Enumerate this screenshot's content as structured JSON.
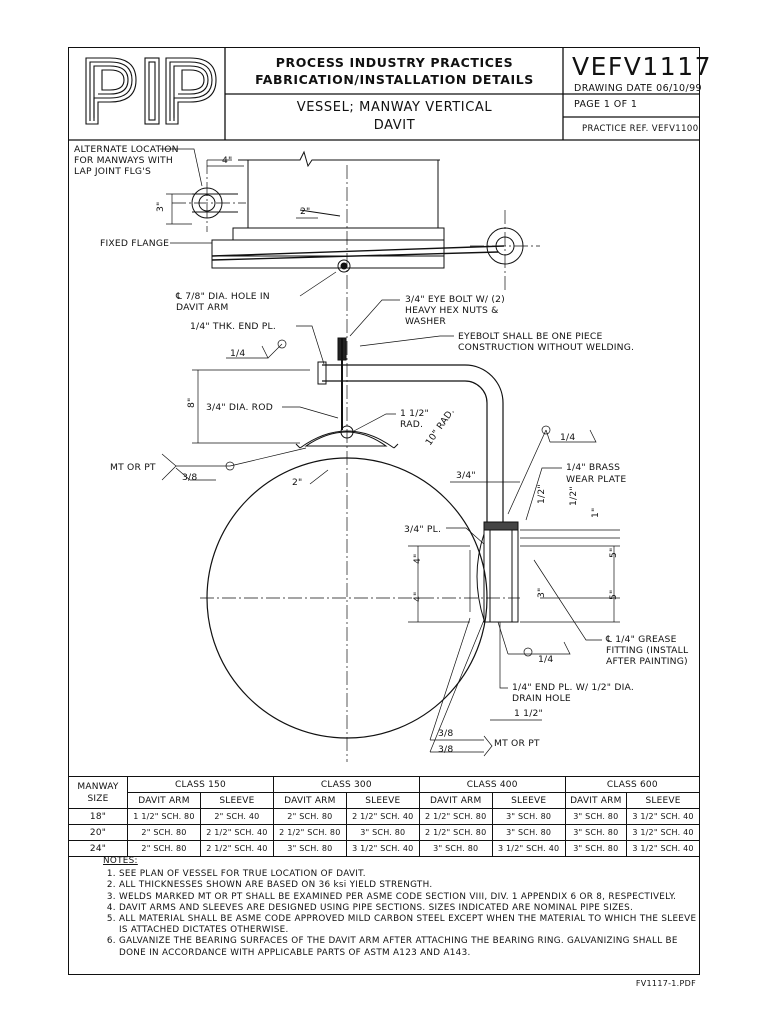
{
  "logo": {
    "text": "PIP"
  },
  "title_block": {
    "line1": "PROCESS INDUSTRY PRACTICES",
    "line2": "FABRICATION/INSTALLATION DETAILS",
    "subject1": "VESSEL; MANWAY VERTICAL",
    "subject2": "DAVIT",
    "doc_number": "VEFV1117",
    "drawing_date": "DRAWING DATE 06/10/99",
    "page": "PAGE  1  OF  1",
    "practice_ref": "PRACTICE REF. VEFV1100"
  },
  "drawing": {
    "labels": {
      "alt_location_1": "ALTERNATE LOCATION",
      "alt_location_2": "FOR MANWAYS WITH",
      "alt_location_3": "LAP JOINT FLG'S",
      "dim_4_top": "4\"",
      "dim_3_left": "3\"",
      "dim_2_top": "2\"",
      "fixed_flange": "FIXED FLANGE",
      "hole_1": "℄ 7/8\" DIA. HOLE IN",
      "hole_2": "DAVIT ARM",
      "eyebolt_1": "3/4\" EYE BOLT W/ (2)",
      "eyebolt_2": "HEAVY HEX NUTS &",
      "eyebolt_3": "WASHER",
      "endpl": "1/4\" THK. END PL.",
      "weld_14a": "1/4",
      "eyenote_1": "EYEBOLT SHALL BE ONE PIECE",
      "eyenote_2": "CONSTRUCTION WITHOUT WELDING.",
      "dim_8": "8\"",
      "rod": "3/4\" DIA. ROD",
      "rad_112_1": "1 1/2\"",
      "rad_112_2": "RAD.",
      "rad_10": "10\" RAD.",
      "weld_14b": "1/4",
      "mtpt_1": "MT OR PT",
      "weld_38a": "3/8",
      "dim_2_mid": "2\"",
      "dim_34_mid": "3/4\"",
      "brass_1": "1/4\" BRASS",
      "brass_2": "WEAR PLATE",
      "dim_12a": "1/2\"",
      "dim_12b": "1/2\"",
      "dim_1": "1\"",
      "pl34": "3/4\" PL.",
      "dim_4a": "4\"",
      "dim_4b": "4\"",
      "dim_5a": "5\"",
      "dim_5b": "5\"",
      "dim_3": "3\"",
      "grease_1": "℄ 1/4\" GREASE",
      "grease_2": "FITTING (INSTALL",
      "grease_3": "AFTER PAINTING)",
      "weld_14c": "1/4",
      "endpl2_1": "1/4\" END PL. W/ 1/2\" DIA.",
      "endpl2_2": "DRAIN HOLE",
      "dim_112b": "1 1/2\"",
      "weld_38b": "3/8",
      "weld_38c": "3/8",
      "mtpt_2": "MT OR PT"
    }
  },
  "size_table": {
    "col_header": "MANWAY",
    "col_header2": "SIZE",
    "classes": [
      "CLASS 150",
      "CLASS 300",
      "CLASS 400",
      "CLASS 600"
    ],
    "sub_headers": [
      "DAVIT ARM",
      "SLEEVE",
      "DAVIT ARM",
      "SLEEVE",
      "DAVIT ARM",
      "SLEEVE",
      "DAVIT ARM",
      "SLEEVE"
    ],
    "rows": [
      {
        "size": "18\"",
        "cells": [
          "1 1/2\" SCH. 80",
          "2\" SCH. 40",
          "2\" SCH. 80",
          "2 1/2\" SCH. 40",
          "2 1/2\" SCH. 80",
          "3\" SCH. 80",
          "3\" SCH. 80",
          "3 1/2\" SCH. 40"
        ]
      },
      {
        "size": "20\"",
        "cells": [
          "2\" SCH. 80",
          "2 1/2\" SCH. 40",
          "2 1/2\" SCH. 80",
          "3\" SCH. 80",
          "2 1/2\" SCH. 80",
          "3\" SCH. 80",
          "3\" SCH. 80",
          "3 1/2\" SCH. 40"
        ]
      },
      {
        "size": "24\"",
        "cells": [
          "2\" SCH. 80",
          "2 1/2\" SCH. 40",
          "3\" SCH. 80",
          "3 1/2\" SCH. 40",
          "3\" SCH. 80",
          "3 1/2\" SCH. 40",
          "3\" SCH. 80",
          "3 1/2\" SCH. 40"
        ]
      }
    ]
  },
  "notes": {
    "heading": "NOTES:",
    "items": [
      "SEE PLAN OF VESSEL FOR TRUE LOCATION OF DAVIT.",
      "ALL THICKNESSES SHOWN ARE BASED ON 36 ksi YIELD STRENGTH.",
      "WELDS MARKED MT OR PT SHALL BE EXAMINED PER ASME CODE SECTION VIII, DIV. 1 APPENDIX 6 OR 8, RESPECTIVELY.",
      "DAVIT ARMS AND SLEEVES ARE DESIGNED USING PIPE SECTIONS. SIZES INDICATED ARE NOMINAL PIPE SIZES.",
      "ALL MATERIAL SHALL BE ASME CODE APPROVED MILD CARBON STEEL EXCEPT WHEN THE MATERIAL TO WHICH THE SLEEVE IS ATTACHED DICTATES OTHERWISE.",
      "GALVANIZE THE BEARING SURFACES OF THE DAVIT ARM AFTER ATTACHING THE BEARING RING. GALVANIZING SHALL BE DONE IN ACCORDANCE WITH APPLICABLE PARTS OF ASTM A123 AND A143."
    ]
  },
  "footer": "FV1117-1.PDF"
}
